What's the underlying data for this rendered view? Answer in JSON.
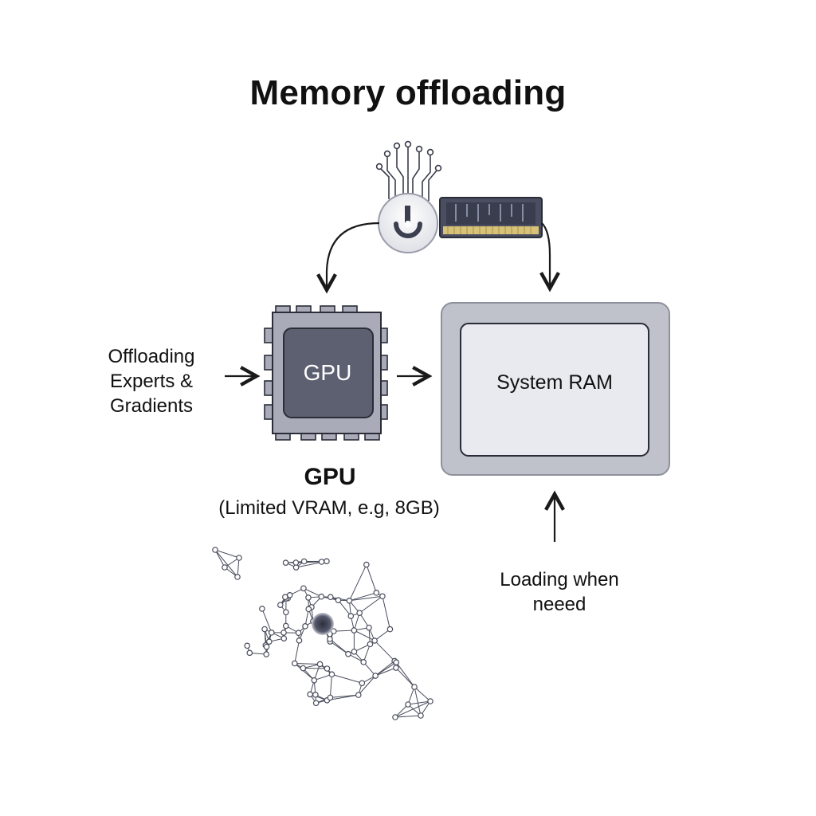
{
  "title": "Memory offloading",
  "left_label": {
    "line1": "Offloading",
    "line2": "Experts &",
    "line3": "Gradients"
  },
  "gpu_chip_text": "GPU",
  "system_ram_text": "System RAM",
  "gpu_caption": {
    "title": "GPU",
    "subtitle": "(Limited VRAM, e.g, 8GB)"
  },
  "loading_label": {
    "line1": "Loading when",
    "line2": "neeed"
  },
  "colors": {
    "chip_body": "#a9acb8",
    "chip_core": "#5d6070",
    "ram_outer": "#bfc1cb",
    "ram_inner": "#e9eaef",
    "stroke": "#2a2d38",
    "module_pcb": "#4a4e60",
    "module_gold": "#d8c27a"
  }
}
